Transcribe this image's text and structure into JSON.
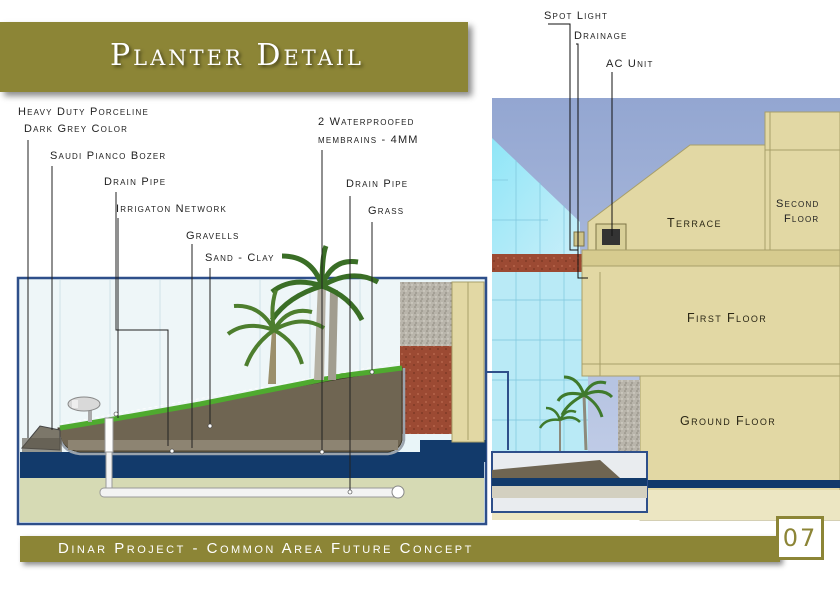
{
  "title": "Planter Detail",
  "footer": "Dinar Project - Common Area Future Concept",
  "page_number": "07",
  "section_labels": {
    "heavy_duty_porceline": "Heavy Duty Porceline",
    "dark_grey_color": "Dark Grey Color",
    "saudi_pianco_bozer": "Saudi Pianco Bozer",
    "drain_pipe_left": "Drain Pipe",
    "irrigation_network": "Irrigaton Network",
    "gravells": "Gravells",
    "sand_clay": "Sand - Clay",
    "waterproofed_membrains_line1": "2 Waterproofed",
    "waterproofed_membrains_line2": "membrains - 4MM",
    "drain_pipe_right": "Drain Pipe",
    "grass": "Grass"
  },
  "building_labels": {
    "spot_light": "Spot Light",
    "drainage": "Drainage",
    "ac_unit": "AC Unit",
    "terrace": "Terrace",
    "second_floor_line1": "Second",
    "second_floor_line2": "Floor",
    "first_floor": "First Floor",
    "ground_floor": "Ground Floor"
  },
  "colors": {
    "olive_bar": "#8c8536",
    "sky": "#9fb1d6",
    "glass": "#7fd8f0",
    "building": "#e2d8a4",
    "waterproof": "#123a6b",
    "soil": "#6f6552",
    "grass": "#4faa2f",
    "frame": "#2e4f8a"
  }
}
